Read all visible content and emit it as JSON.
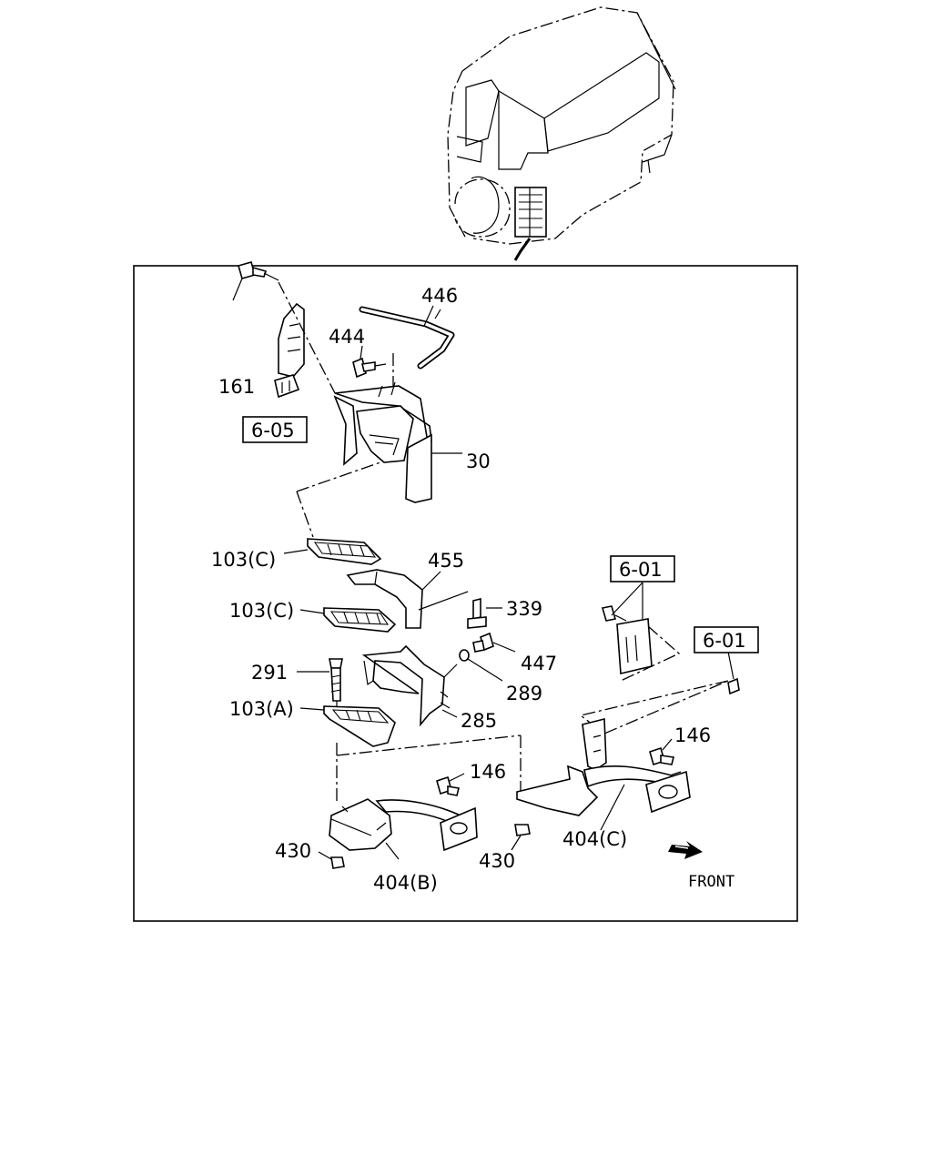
{
  "labels": {
    "p446": "446",
    "p444": "444",
    "p161": "161",
    "p30": "30",
    "p103c_upper": "103(C)",
    "p455": "455",
    "p103c_lower": "103(C)",
    "p339": "339",
    "p447": "447",
    "p291": "291",
    "p289": "289",
    "p103a": "103(A)",
    "p285": "285",
    "p146_right": "146",
    "p146_left": "146",
    "p430_left": "430",
    "p430_right": "430",
    "p404b": "404(B)",
    "p404c": "404(C)"
  },
  "refs": {
    "ref_605": "6-05",
    "ref_601_top": "6-01",
    "ref_601_right": "6-01"
  },
  "front_label": "FRONT"
}
